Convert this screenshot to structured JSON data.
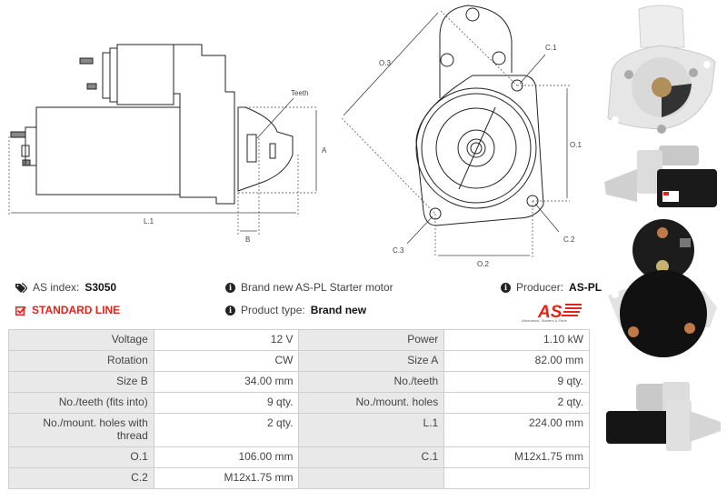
{
  "drawing": {
    "side_view_labels": {
      "teeth": "Teeth",
      "a": "A",
      "b": "B",
      "l1": "L.1"
    },
    "front_view_labels": {
      "o1": "O.1",
      "o2": "O.2",
      "o3": "O.3",
      "c1": "C.1",
      "c2": "C.2",
      "c3": "C.3"
    }
  },
  "info": {
    "as_index_label": "AS index:",
    "as_index_value": "S3050",
    "line": "STANDARD LINE",
    "description": "Brand new AS-PL Starter motor",
    "product_type_label": "Product type:",
    "product_type_value": "Brand new",
    "producer_label": "Producer:",
    "producer_value": "AS-PL",
    "logo_text": "AS",
    "logo_tagline": "Alternators, Starters & Parts"
  },
  "colors": {
    "accent_red": "#e2231a",
    "label_bg": "#e9e9e9",
    "border": "#cfcfcf"
  },
  "specs": {
    "rows": [
      {
        "l1": "Voltage",
        "v1": "12 V",
        "l2": "Power",
        "v2": "1.10 kW"
      },
      {
        "l1": "Rotation",
        "v1": "CW",
        "l2": "Size A",
        "v2": "82.00 mm"
      },
      {
        "l1": "Size B",
        "v1": "34.00 mm",
        "l2": "No./teeth",
        "v2": "9 qty."
      },
      {
        "l1": "No./teeth (fits into)",
        "v1": "9 qty.",
        "l2": "No./mount. holes",
        "v2": "2 qty."
      },
      {
        "l1": "No./mount. holes with thread",
        "v1": "2 qty.",
        "l2": "L.1",
        "v2": "224.00 mm"
      },
      {
        "l1": "O.1",
        "v1": "106.00 mm",
        "l2": "C.1",
        "v2": "M12x1.75 mm"
      },
      {
        "l1": "C.2",
        "v1": "M12x1.75 mm",
        "l2": "",
        "v2": ""
      }
    ]
  },
  "photos": [
    "front-view-photo",
    "side-view-photo",
    "rear-view-photo",
    "side-view-photo-2"
  ]
}
